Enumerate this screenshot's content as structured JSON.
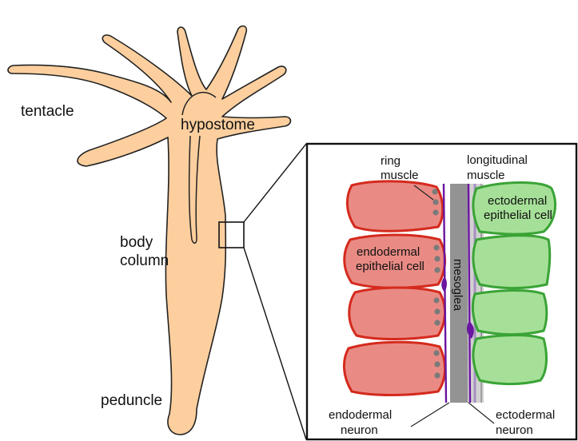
{
  "labels": {
    "tentacle": "tentacle",
    "hypostome": "hypostome",
    "body_column_1": "body",
    "body_column_2": "column",
    "peduncle": "peduncle",
    "ring_muscle_1": "ring",
    "ring_muscle_2": "muscle",
    "longitudinal_muscle_1": "longitudinal",
    "longitudinal_muscle_2": "muscle",
    "ecto_epi_1": "ectodermal",
    "ecto_epi_2": "epithelial cell",
    "endo_epi_1": "endodermal",
    "endo_epi_2": "epithelial cell",
    "mesoglea": "mesoglea",
    "endo_neuron_1": "endodermal",
    "endo_neuron_2": "neuron",
    "ecto_neuron_1": "ectodermal",
    "ecto_neuron_2": "neuron"
  },
  "colors": {
    "body_fill": "#fdcf9e",
    "body_stroke": "#222222",
    "endo_fill": "#e98b84",
    "endo_stroke": "#d42a1d",
    "ecto_fill": "#a6e098",
    "ecto_stroke": "#3aa336",
    "mesoglea": "#939393",
    "mesoglea_light": "#c9c9c9",
    "neuron": "#6a16a0",
    "nucleus": "#7a7a7a"
  }
}
